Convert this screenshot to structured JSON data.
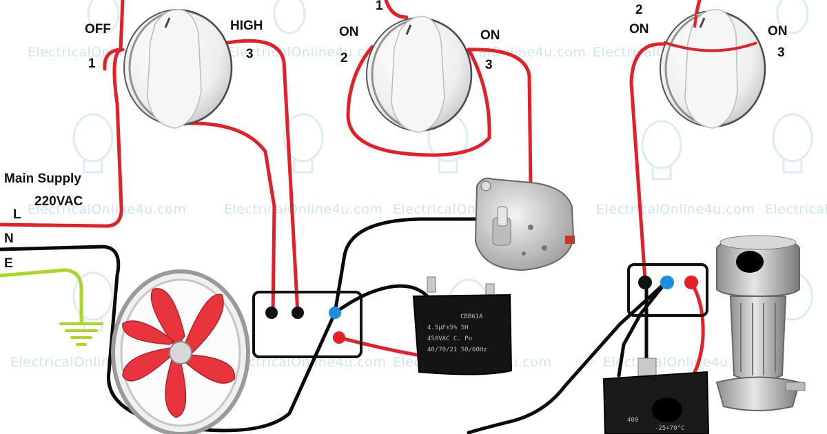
{
  "watermark": "ElectricalOnline4u.com",
  "colors": {
    "wire_red": "#e61e25",
    "wire_black": "#0a0a0a",
    "wire_earth": "#a8d824",
    "terminal_blue": "#1e8ce0",
    "fan_blade": "#e8343c",
    "box_border": "#111111"
  },
  "supply": {
    "title": "Main Supply",
    "voltage": "220VAC",
    "line": "L",
    "neutral": "N",
    "earth": "E"
  },
  "switch1": {
    "off_label": "OFF",
    "off_num": "1",
    "high_label": "HIGH",
    "high_num": "3"
  },
  "switch2": {
    "top_num": "1",
    "on_left": "ON",
    "left_num": "2",
    "on_right": "ON",
    "right_num": "3"
  },
  "switch3": {
    "top_num": "2",
    "on_left": "ON",
    "on_right": "ON",
    "right_num": "3"
  },
  "capacitor1": {
    "brand": "CBB61A",
    "line1": "4.5μF±5%  SH",
    "line2": "450VAC     C. Po",
    "line3": "40/70/21   50/60Hz"
  },
  "capacitor2": {
    "line1": "400",
    "line2": "-25+70°C"
  },
  "components": {
    "fan": "exhaust-fan",
    "motor": "synchronous-motor",
    "pump": "water-pump",
    "ground": "ground-icon"
  }
}
